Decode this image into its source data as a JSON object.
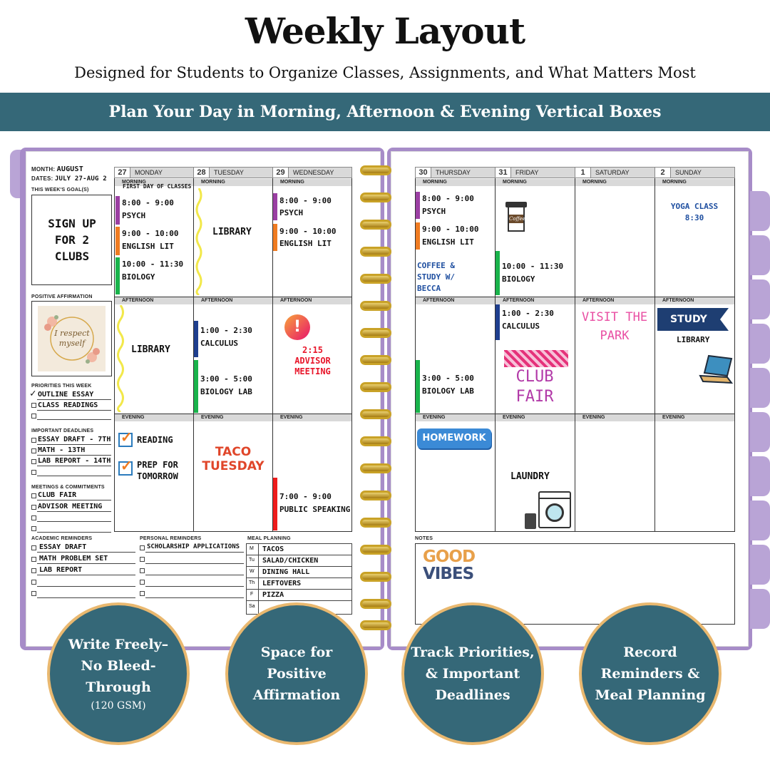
{
  "header": {
    "title": "Weekly Layout",
    "subtitle": "Designed for Students to Organize Classes, Assignments, and What Matters Most",
    "band": "Plan Your Day in Morning, Afternoon & Evening Vertical Boxes"
  },
  "sidebar": {
    "month_label": "MONTH:",
    "month": "AUGUST",
    "dates_label": "DATES:",
    "dates": "JULY 27-AUG 2",
    "goals_label": "THIS WEEK'S GOAL(S)",
    "goal": "SIGN UP FOR 2 CLUBS",
    "affirmation_label": "POSITIVE AFFIRMATION",
    "affirmation": "I respect myself",
    "priorities_label": "PRIORITIES THIS WEEK",
    "priorities": [
      "OUTLINE ESSAY",
      "CLASS READINGS",
      ""
    ],
    "deadlines_label": "IMPORTANT DEADLINES",
    "deadlines": [
      "ESSAY DRAFT - 7TH",
      "MATH - 13TH",
      "LAB REPORT - 14TH",
      ""
    ],
    "meetings_label": "MEETINGS & COMMITMENTS",
    "meetings": [
      "CLUB FAIR",
      "ADVISOR MEETING",
      "",
      ""
    ]
  },
  "bottom_left": {
    "academic_label": "ACADEMIC REMINDERS",
    "academic": [
      "ESSAY DRAFT",
      "MATH PROBLEM SET",
      "LAB REPORT"
    ],
    "personal_label": "PERSONAL REMINDERS",
    "personal": [
      "SCHOLARSHIP APPLICATIONS"
    ],
    "meal_label": "MEAL PLANNING",
    "meals": [
      {
        "day": "M",
        "meal": "TACOS"
      },
      {
        "day": "Tu",
        "meal": "SALAD/CHICKEN"
      },
      {
        "day": "W",
        "meal": "DINING HALL"
      },
      {
        "day": "Th",
        "meal": "LEFTOVERS"
      },
      {
        "day": "F",
        "meal": "PIZZA"
      },
      {
        "day": "Sa",
        "meal": ""
      }
    ]
  },
  "sections": {
    "morning": "MORNING",
    "afternoon": "AFTERNOON",
    "evening": "EVENING"
  },
  "days_left": [
    {
      "num": "27",
      "name": "MONDAY"
    },
    {
      "num": "28",
      "name": "TUESDAY"
    },
    {
      "num": "29",
      "name": "WEDNESDAY"
    }
  ],
  "days_right": [
    {
      "num": "30",
      "name": "THURSDAY"
    },
    {
      "num": "31",
      "name": "FRIDAY"
    },
    {
      "num": "1",
      "name": "SATURDAY"
    },
    {
      "num": "2",
      "name": "SUNDAY"
    }
  ],
  "monday": {
    "note": "FIRST DAY OF CLASSES",
    "m1": "8:00 - 9:00",
    "m1b": "PSYCH",
    "m2": "9:00 - 10:00",
    "m2b": "ENGLISH LIT",
    "m3": "10:00 - 11:30",
    "m3b": "BIOLOGY",
    "aft": "LIBRARY",
    "eve1": "READING",
    "eve2a": "PREP FOR",
    "eve2b": "TOMORROW"
  },
  "tuesday": {
    "morn": "LIBRARY",
    "a1": "1:00 - 2:30",
    "a1b": "CALCULUS",
    "a2": "3:00 - 5:00",
    "a2b": "BIOLOGY LAB",
    "eve1": "TACO",
    "eve2": "TUESDAY"
  },
  "wednesday": {
    "m1": "8:00 - 9:00",
    "m1b": "PSYCH",
    "m2": "9:00 - 10:00",
    "m2b": "ENGLISH LIT",
    "a1": "2:15",
    "a2": "ADVISOR",
    "a3": "MEETING",
    "e1": "7:00 - 9:00",
    "e1b": "PUBLIC SPEAKING"
  },
  "thursday": {
    "m1": "8:00 - 9:00",
    "m1b": "PSYCH",
    "m2": "9:00 - 10:00",
    "m2b": "ENGLISH LIT",
    "m3a": "COFFEE &",
    "m3b": "STUDY W/",
    "m3c": "BECCA",
    "a1": "3:00 - 5:00",
    "a1b": "BIOLOGY LAB",
    "eve": "HOMEWORK"
  },
  "friday": {
    "coffee": "Coffee",
    "m1": "10:00 - 11:30",
    "m1b": "BIOLOGY",
    "a1": "1:00 - 2:30",
    "a1b": "CALCULUS",
    "club1": "CLUB",
    "club2": "FAIR",
    "eve": "LAUNDRY"
  },
  "saturday": {
    "aft1": "VISIT THE",
    "aft2": "PARK"
  },
  "sunday": {
    "m1": "YOGA CLASS",
    "m2": "8:30",
    "study": "STUDY",
    "aft": "LIBRARY"
  },
  "notes": {
    "label": "NOTES",
    "good": "GOOD",
    "vibes": "VIBES"
  },
  "circles": [
    {
      "l1": "Write Freely–",
      "l2": "No Bleed-Through",
      "sub": "(120 GSM)"
    },
    {
      "l1": "Space for",
      "l2": "Positive",
      "l3": "Affirmation"
    },
    {
      "l1": "Track Priorities,",
      "l2": "& Important",
      "l3": "Deadlines"
    },
    {
      "l1": "Record",
      "l2": "Reminders &",
      "l3": "Meal Planning"
    }
  ],
  "colors": {
    "teal": "#356878",
    "purple": "#a78cc8",
    "gold": "#e9b86f",
    "accent_purple": "#9b3fa3",
    "accent_orange": "#f07c22",
    "accent_green": "#19b34b",
    "accent_navy": "#1f3f8f",
    "accent_red": "#ee1c1c"
  }
}
